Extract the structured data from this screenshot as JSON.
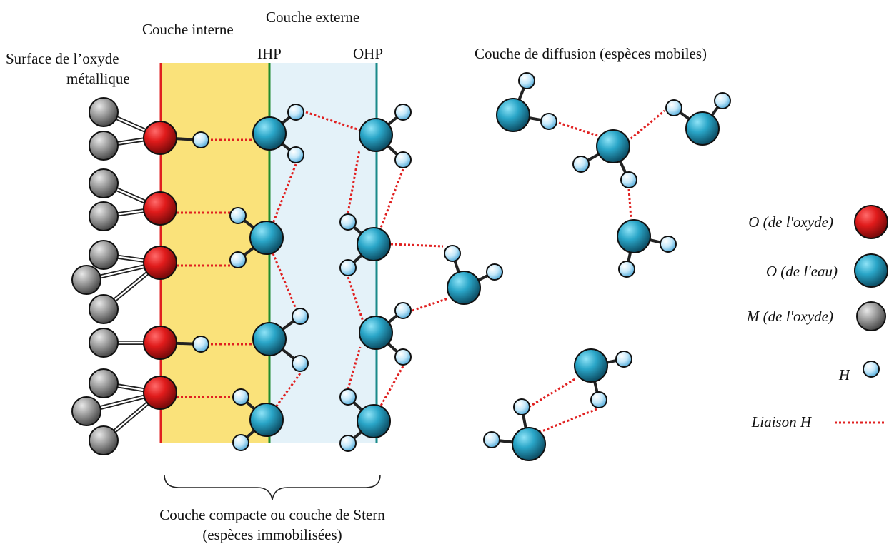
{
  "labels": {
    "couche_interne": "Couche interne",
    "couche_externe": "Couche externe",
    "surface_line1": "Surface de l’oxyde",
    "surface_line2": "métallique",
    "ihp": "IHP",
    "ohp": "OHP",
    "diffusion": "Couche de diffusion (espèces mobiles)",
    "stern_line1": "Couche compacte ou couche de Stern",
    "stern_line2": "(espèces immobilisées)"
  },
  "legend": [
    {
      "label": "O (de l'oxyde)",
      "icon": "red-oxygen-atom"
    },
    {
      "label": "O (de l'eau)",
      "icon": "teal-oxygen-atom"
    },
    {
      "label": "M (de l'oxyde)",
      "icon": "gray-metal-atom"
    },
    {
      "label": "H",
      "icon": "hydrogen-atom"
    },
    {
      "label": "Liaison H",
      "icon": "hydrogen-bond-line"
    }
  ],
  "colors": {
    "inner_layer": "#fae27a",
    "outer_layer": "#e4f2f9",
    "surface_line": "#e02020",
    "ihp_line": "#1e8a2e",
    "ohp_line": "#1a8a8a",
    "oxide_oxygen": "#d9141e",
    "water_oxygen": "#2a9fc0",
    "metal": "#8f8f8f",
    "hydrogen": "#bfe4f7",
    "hbond": "#e02020"
  }
}
